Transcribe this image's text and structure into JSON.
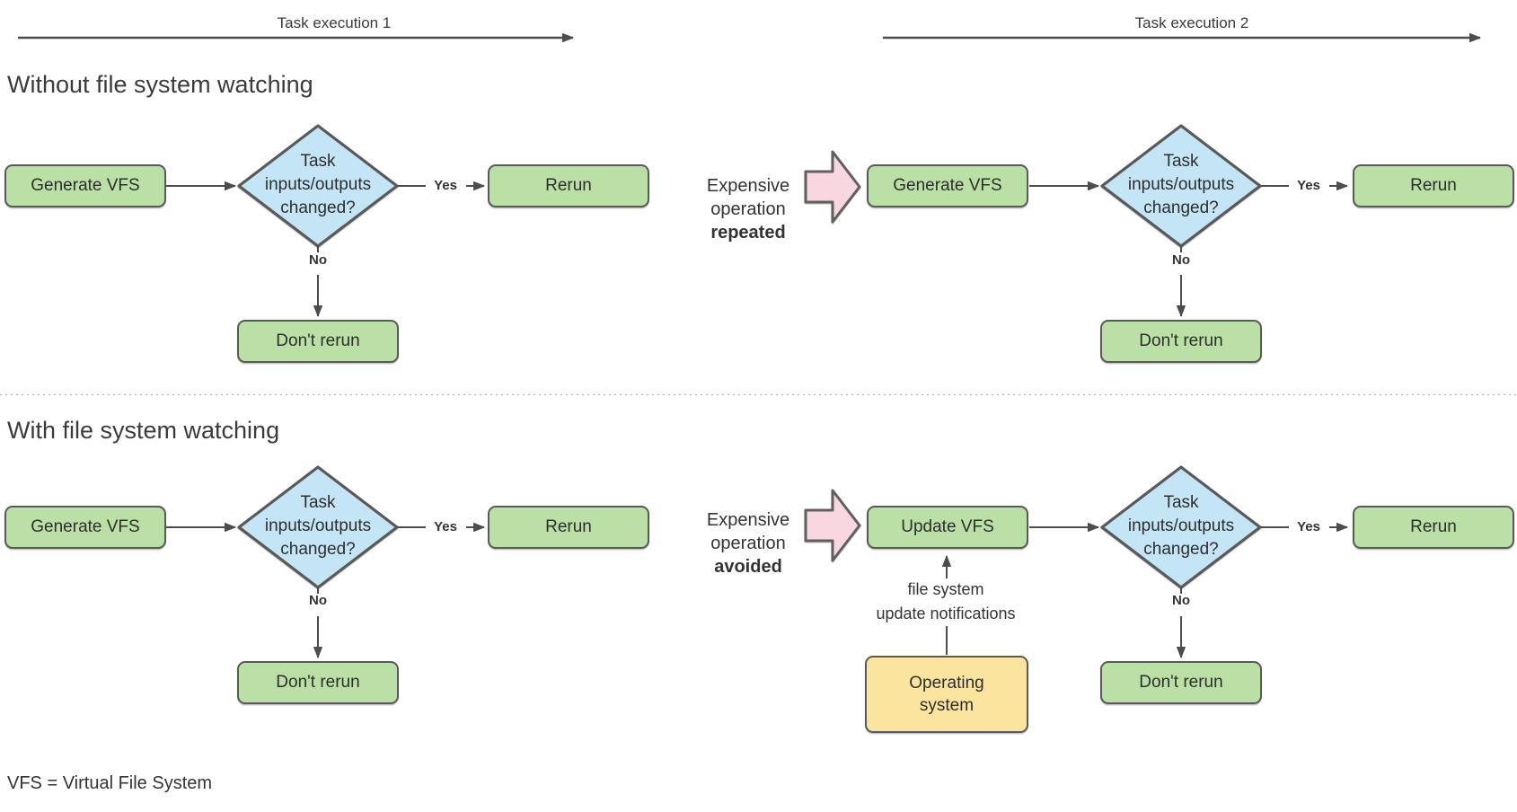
{
  "header": {
    "timelines": [
      {
        "label": "Task execution 1"
      },
      {
        "label": "Task execution 2"
      }
    ]
  },
  "sections": [
    {
      "heading": "Without file system watching",
      "annotation": {
        "text": "Expensive\noperation",
        "emphasis": "repeated"
      },
      "flows": [
        {
          "start": "Generate VFS",
          "decision": "Task\ninputs/outputs\nchanged?",
          "yes": "Yes",
          "no": "No",
          "rerun": "Rerun",
          "dont_rerun": "Don't rerun"
        },
        {
          "start": "Generate VFS",
          "decision": "Task\ninputs/outputs\nchanged?",
          "yes": "Yes",
          "no": "No",
          "rerun": "Rerun",
          "dont_rerun": "Don't rerun"
        }
      ]
    },
    {
      "heading": "With file system watching",
      "annotation": {
        "text": "Expensive\noperation",
        "emphasis": "avoided"
      },
      "flows": [
        {
          "start": "Generate VFS",
          "decision": "Task\ninputs/outputs\nchanged?",
          "yes": "Yes",
          "no": "No",
          "rerun": "Rerun",
          "dont_rerun": "Don't rerun"
        },
        {
          "start": "Update VFS",
          "decision": "Task\ninputs/outputs\nchanged?",
          "yes": "Yes",
          "no": "No",
          "rerun": "Rerun",
          "dont_rerun": "Don't rerun"
        }
      ],
      "os": {
        "label": "Operating\nsystem",
        "notification": "file system\nupdate notifications"
      }
    }
  ],
  "footer": {
    "note": "VFS = Virtual File System"
  },
  "colors": {
    "process_fill": "#bae0a5",
    "decision_fill": "#c4e5f6",
    "callout_fill": "#f8d7e0",
    "os_fill": "#fbe59e",
    "shape_border": "#595959",
    "connector": "#4d4d4d",
    "text": "#333333"
  }
}
